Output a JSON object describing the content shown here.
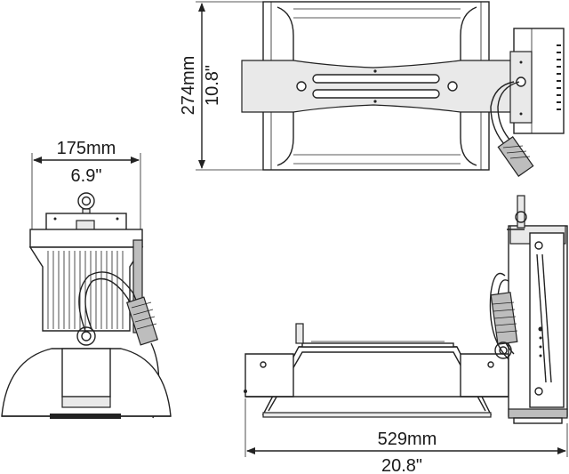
{
  "dimensions": {
    "height_mm": "274mm",
    "height_in": "10.8\"",
    "width_mm": "175mm",
    "width_in": "6.9\"",
    "length_mm": "529mm",
    "length_in": "20.8\""
  }
}
